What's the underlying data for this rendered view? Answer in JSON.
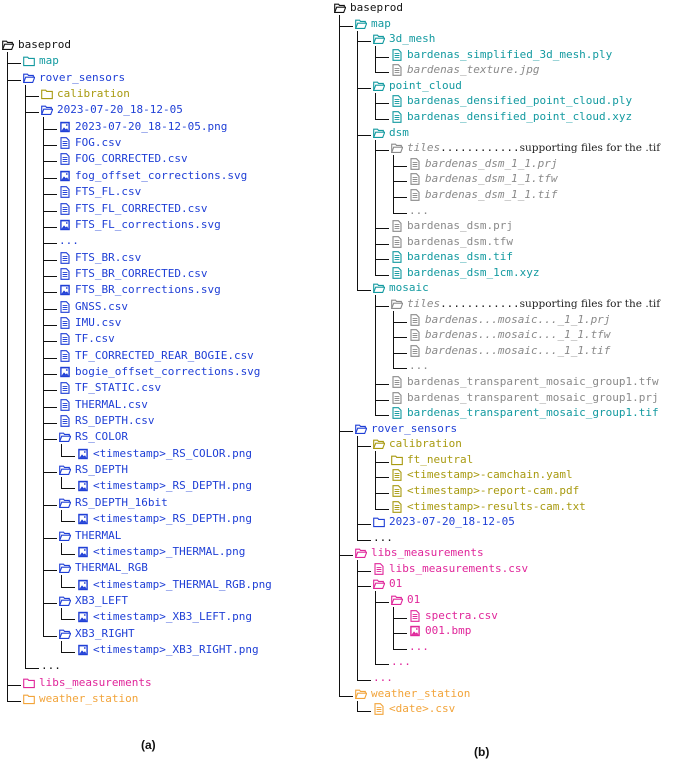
{
  "colors": {
    "black": "#111111",
    "blue": "#1f3fd6",
    "teal": "#139aa0",
    "gray": "#8a8a8a",
    "olive": "#a89a10",
    "pink": "#e0269a",
    "orange": "#f2a43a"
  },
  "panel_a": {
    "caption": "(a)",
    "nodes": [
      {
        "label": "baseprod",
        "icon": "folder-open",
        "color": "black",
        "depth": 0
      },
      {
        "label": "map",
        "icon": "folder",
        "color": "teal",
        "depth": 1
      },
      {
        "label": "rover_sensors",
        "icon": "folder-open",
        "color": "blue",
        "depth": 1
      },
      {
        "label": "calibration",
        "icon": "folder",
        "color": "olive",
        "depth": 2
      },
      {
        "label": "2023-07-20_18-12-05",
        "icon": "folder-open",
        "color": "blue",
        "depth": 2
      },
      {
        "label": "2023-07-20_18-12-05.png",
        "icon": "image",
        "color": "blue",
        "depth": 3
      },
      {
        "label": "FOG.csv",
        "icon": "file",
        "color": "blue",
        "depth": 3
      },
      {
        "label": "FOG_CORRECTED.csv",
        "icon": "file",
        "color": "blue",
        "depth": 3
      },
      {
        "label": "fog_offset_corrections.svg",
        "icon": "image",
        "color": "blue",
        "depth": 3
      },
      {
        "label": "FTS_FL.csv",
        "icon": "file",
        "color": "blue",
        "depth": 3
      },
      {
        "label": "FTS_FL_CORRECTED.csv",
        "icon": "file",
        "color": "blue",
        "depth": 3
      },
      {
        "label": "FTS_FL_corrections.svg",
        "icon": "image",
        "color": "blue",
        "depth": 3
      },
      {
        "label": "...",
        "icon": "none",
        "color": "blue",
        "depth": 3
      },
      {
        "label": "FTS_BR.csv",
        "icon": "file",
        "color": "blue",
        "depth": 3
      },
      {
        "label": "FTS_BR_CORRECTED.csv",
        "icon": "file",
        "color": "blue",
        "depth": 3
      },
      {
        "label": "FTS_BR_corrections.svg",
        "icon": "image",
        "color": "blue",
        "depth": 3
      },
      {
        "label": "GNSS.csv",
        "icon": "file",
        "color": "blue",
        "depth": 3
      },
      {
        "label": "IMU.csv",
        "icon": "file",
        "color": "blue",
        "depth": 3
      },
      {
        "label": "TF.csv",
        "icon": "file",
        "color": "blue",
        "depth": 3
      },
      {
        "label": "TF_CORRECTED_REAR_BOGIE.csv",
        "icon": "file",
        "color": "blue",
        "depth": 3
      },
      {
        "label": "bogie_offset_corrections.svg",
        "icon": "image",
        "color": "blue",
        "depth": 3
      },
      {
        "label": "TF_STATIC.csv",
        "icon": "file",
        "color": "blue",
        "depth": 3
      },
      {
        "label": "THERMAL.csv",
        "icon": "file",
        "color": "blue",
        "depth": 3
      },
      {
        "label": "RS_DEPTH.csv",
        "icon": "file",
        "color": "blue",
        "depth": 3
      },
      {
        "label": "RS_COLOR",
        "icon": "folder-open",
        "color": "blue",
        "depth": 3
      },
      {
        "label": "<timestamp>_RS_COLOR.png",
        "icon": "image",
        "color": "blue",
        "depth": 4
      },
      {
        "label": "RS_DEPTH",
        "icon": "folder-open",
        "color": "blue",
        "depth": 3
      },
      {
        "label": "<timestamp>_RS_DEPTH.png",
        "icon": "image",
        "color": "blue",
        "depth": 4
      },
      {
        "label": "RS_DEPTH_16bit",
        "icon": "folder-open",
        "color": "blue",
        "depth": 3
      },
      {
        "label": "<timestamp>_RS_DEPTH.png",
        "icon": "image",
        "color": "blue",
        "depth": 4
      },
      {
        "label": "THERMAL",
        "icon": "folder-open",
        "color": "blue",
        "depth": 3
      },
      {
        "label": "<timestamp>_THERMAL.png",
        "icon": "image",
        "color": "blue",
        "depth": 4
      },
      {
        "label": "THERMAL_RGB",
        "icon": "folder-open",
        "color": "blue",
        "depth": 3
      },
      {
        "label": "<timestamp>_THERMAL_RGB.png",
        "icon": "image",
        "color": "blue",
        "depth": 4
      },
      {
        "label": "XB3_LEFT",
        "icon": "folder-open",
        "color": "blue",
        "depth": 3
      },
      {
        "label": "<timestamp>_XB3_LEFT.png",
        "icon": "image",
        "color": "blue",
        "depth": 4
      },
      {
        "label": "XB3_RIGHT",
        "icon": "folder-open",
        "color": "blue",
        "depth": 3
      },
      {
        "label": "<timestamp>_XB3_RIGHT.png",
        "icon": "image",
        "color": "blue",
        "depth": 4
      },
      {
        "label": "...",
        "icon": "none",
        "color": "black",
        "depth": 2
      },
      {
        "label": "libs_measurements",
        "icon": "folder",
        "color": "pink",
        "depth": 1
      },
      {
        "label": "weather_station",
        "icon": "folder",
        "color": "orange",
        "depth": 1
      }
    ]
  },
  "panel_b": {
    "caption": "(b)",
    "nodes": [
      {
        "label": "baseprod",
        "icon": "folder-open",
        "color": "black",
        "depth": 0
      },
      {
        "label": "map",
        "icon": "folder-open",
        "color": "teal",
        "depth": 1
      },
      {
        "label": "3d_mesh",
        "icon": "folder-open",
        "color": "teal",
        "depth": 2
      },
      {
        "label": "bardenas_simplified_3d_mesh.ply",
        "icon": "file",
        "color": "teal",
        "depth": 3
      },
      {
        "label": "bardenas_texture.jpg",
        "icon": "file",
        "color": "gray",
        "depth": 3,
        "italic": true
      },
      {
        "label": "point_cloud",
        "icon": "folder-open",
        "color": "teal",
        "depth": 2
      },
      {
        "label": "bardenas_densified_point_cloud.ply",
        "icon": "file",
        "color": "teal",
        "depth": 3
      },
      {
        "label": "bardenas_densified_point_cloud.xyz",
        "icon": "file",
        "color": "teal",
        "depth": 3
      },
      {
        "label": "dsm",
        "icon": "folder-open",
        "color": "teal",
        "depth": 2
      },
      {
        "label": "tiles",
        "icon": "folder-open",
        "color": "gray",
        "depth": 3,
        "italic": true,
        "dotted_note": "supporting files for the .tif"
      },
      {
        "label": "bardenas_dsm_1_1.prj",
        "icon": "file",
        "color": "gray",
        "depth": 4,
        "italic": true
      },
      {
        "label": "bardenas_dsm_1_1.tfw",
        "icon": "file",
        "color": "gray",
        "depth": 4,
        "italic": true
      },
      {
        "label": "bardenas_dsm_1_1.tif",
        "icon": "file",
        "color": "gray",
        "depth": 4,
        "italic": true
      },
      {
        "label": "...",
        "icon": "none",
        "color": "gray",
        "depth": 4
      },
      {
        "label": "bardenas_dsm.prj",
        "icon": "file",
        "color": "gray",
        "depth": 3
      },
      {
        "label": "bardenas_dsm.tfw",
        "icon": "file",
        "color": "gray",
        "depth": 3
      },
      {
        "label": "bardenas_dsm.tif",
        "icon": "file",
        "color": "teal",
        "depth": 3
      },
      {
        "label": "bardenas_dsm_1cm.xyz",
        "icon": "file",
        "color": "teal",
        "depth": 3
      },
      {
        "label": "mosaic",
        "icon": "folder-open",
        "color": "teal",
        "depth": 2
      },
      {
        "label": "tiles",
        "icon": "folder-open",
        "color": "gray",
        "depth": 3,
        "italic": true,
        "dotted_note": "supporting files for the .tif"
      },
      {
        "label": "bardenas...mosaic..._1_1.prj",
        "icon": "file",
        "color": "gray",
        "depth": 4,
        "italic": true
      },
      {
        "label": "bardenas...mosaic..._1_1.tfw",
        "icon": "file",
        "color": "gray",
        "depth": 4,
        "italic": true
      },
      {
        "label": "bardenas...mosaic..._1_1.tif",
        "icon": "file",
        "color": "gray",
        "depth": 4,
        "italic": true
      },
      {
        "label": "...",
        "icon": "none",
        "color": "gray",
        "depth": 4
      },
      {
        "label": "bardenas_transparent_mosaic_group1.tfw",
        "icon": "file",
        "color": "gray",
        "depth": 3
      },
      {
        "label": "bardenas_transparent_mosaic_group1.prj",
        "icon": "file",
        "color": "gray",
        "depth": 3
      },
      {
        "label": "bardenas_transparent_mosaic_group1.tif",
        "icon": "file",
        "color": "teal",
        "depth": 3
      },
      {
        "label": "rover_sensors",
        "icon": "folder-open",
        "color": "blue",
        "depth": 1
      },
      {
        "label": "calibration",
        "icon": "folder-open",
        "color": "olive",
        "depth": 2
      },
      {
        "label": "ft_neutral",
        "icon": "folder",
        "color": "olive",
        "depth": 3
      },
      {
        "label": "<timestamp>-camchain.yaml",
        "icon": "file",
        "color": "olive",
        "depth": 3
      },
      {
        "label": "<timestamp>-report-cam.pdf",
        "icon": "file",
        "color": "olive",
        "depth": 3
      },
      {
        "label": "<timestamp>-results-cam.txt",
        "icon": "file",
        "color": "olive",
        "depth": 3
      },
      {
        "label": "2023-07-20_18-12-05",
        "icon": "folder",
        "color": "blue",
        "depth": 2
      },
      {
        "label": "...",
        "icon": "none",
        "color": "black",
        "depth": 2
      },
      {
        "label": "libs_measurements",
        "icon": "folder-open",
        "color": "pink",
        "depth": 1
      },
      {
        "label": "libs_measurements.csv",
        "icon": "file",
        "color": "pink",
        "depth": 2
      },
      {
        "label": "01",
        "icon": "folder-open",
        "color": "pink",
        "depth": 2
      },
      {
        "label": "01",
        "icon": "folder-open",
        "color": "pink",
        "depth": 3
      },
      {
        "label": "spectra.csv",
        "icon": "file",
        "color": "pink",
        "depth": 4
      },
      {
        "label": "001.bmp",
        "icon": "image",
        "color": "pink",
        "depth": 4
      },
      {
        "label": "...",
        "icon": "none",
        "color": "pink",
        "depth": 4
      },
      {
        "label": "...",
        "icon": "none",
        "color": "pink",
        "depth": 3
      },
      {
        "label": "...",
        "icon": "none",
        "color": "pink",
        "depth": 2
      },
      {
        "label": "weather_station",
        "icon": "folder-open",
        "color": "orange",
        "depth": 1
      },
      {
        "label": "<date>.csv",
        "icon": "file",
        "color": "orange",
        "depth": 2
      }
    ]
  }
}
